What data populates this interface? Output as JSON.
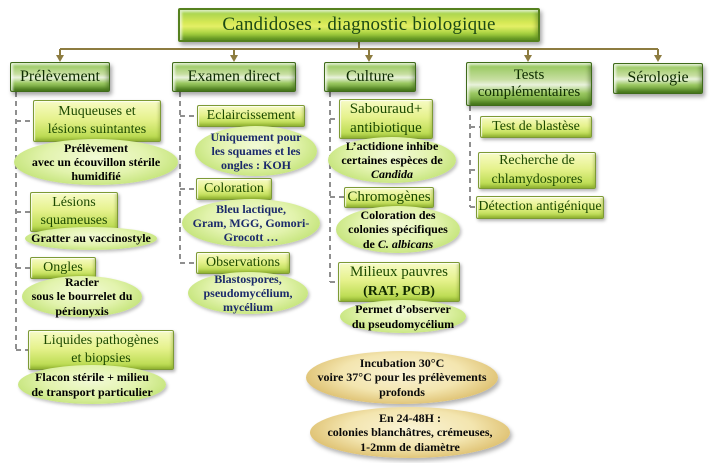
{
  "title": "Candidoses : diagnostic biologique",
  "branches": {
    "prelevement": {
      "label": "Prélèvement",
      "children": [
        {
          "box": "Muqueuses et\nlésions suintantes",
          "note": "Prélèvement\navec un écouvillon stérile\nhumidifié"
        },
        {
          "box": "Lésions\nsquameuses",
          "note": "Gratter au vaccinostyle"
        },
        {
          "box": "Ongles",
          "note": "Racler\nsous le bourrelet du\npérionyxis"
        },
        {
          "box": "Liquides pathogènes\net biopsies",
          "note": "Flacon stérile + milieu\nde transport particulier"
        }
      ]
    },
    "examen_direct": {
      "label": "Examen direct",
      "children": [
        {
          "box": "Eclaircissement",
          "note": "Uniquement pour\nles squames et les\nongles : KOH"
        },
        {
          "box": "Coloration",
          "note": "Bleu lactique,\nGram, MGG, Gomori-\nGrocott …"
        },
        {
          "box": "Observations",
          "note": "Blastospores,\npseudomycélium,\nmycélium"
        }
      ]
    },
    "culture": {
      "label": "Culture",
      "children": [
        {
          "box": "Sabouraud+\nantibiotique",
          "note_main": "L’actidione inhibe\ncertaines espèces de\n",
          "note_italic": "Candida"
        },
        {
          "box": "Chromogènes",
          "note_main": "Coloration des\ncolonies spécifiques\nde ",
          "note_italic": "C. albicans"
        },
        {
          "box": "Milieux pauvres",
          "box_sub": "(RAT, PCB)",
          "note_main": "Permet d’observer\ndu pseudomycélium",
          "note_italic": ""
        }
      ]
    },
    "tests": {
      "label": "Tests\ncomplémentaires",
      "children": [
        {
          "box": "Test de blastèse"
        },
        {
          "box": "Recherche de\nchlamydospores"
        },
        {
          "box": "Détection antigénique"
        }
      ]
    },
    "serologie": {
      "label": "Sérologie"
    }
  },
  "footnotes": {
    "incubation": "Incubation 30°C\nvoire 37°C pour les prélèvements\nprofonds",
    "colonies": "En 24-48H :\ncolonies blanchâtres, crémeuses,\n1-2mm de diamètre"
  },
  "colors": {
    "title_green": "#a8d241",
    "header_green": "#7db53e",
    "child_box_green": "#c0de58",
    "note_ellipse_green": "#c6e57d",
    "note_text_navy": "#1b2a6b",
    "note_text_black": "#000000",
    "tan_ellipse": "#dcbd6b",
    "connector_olive": "#8d7c40",
    "connector_gray": "#8f8f8f"
  }
}
